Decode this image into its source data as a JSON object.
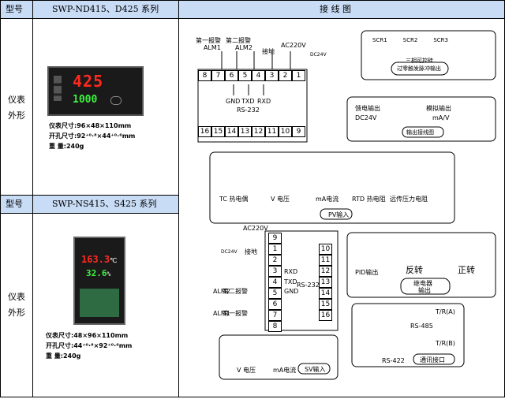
{
  "header": {
    "model_label": "型号",
    "model_value": "SWP-ND415、D425 系列",
    "wiring_title": "接 线 图"
  },
  "section1": {
    "side_label_1": "仪表",
    "side_label_2": "外形",
    "device_display_top": "425",
    "device_display_bottom": "1000",
    "specs": [
      "仪表尺寸:96×48×110mm",
      "开孔尺寸:92⁺⁰·⁸×44⁺⁰·⁶mm",
      "重      量:240g"
    ]
  },
  "section2": {
    "model_label": "型号",
    "model_value": "SWP-NS415、S425 系列",
    "side_label_1": "仪表",
    "side_label_2": "外形",
    "device_display_top": "163.3",
    "device_display_unit": "℃",
    "device_display_bottom": "32.6",
    "device_display_unit2": "%",
    "specs": [
      "仪表尺寸:48×96×110mm",
      "开孔尺寸:44⁺⁰·⁸×92⁺⁰·⁶mm",
      "重      量:240g"
    ]
  },
  "wiring1": {
    "alarm1": "第一报警",
    "alm1": "ALM1",
    "alarm2": "第二报警",
    "alm2": "ALM2",
    "ground": "接地",
    "ac": "AC220V",
    "dc24": "DC24V",
    "top_terminals": [
      "8",
      "7",
      "6",
      "5",
      "4",
      "3",
      "2",
      "1"
    ],
    "bottom_terminals": [
      "16",
      "15",
      "14",
      "13",
      "12",
      "11",
      "10",
      "9"
    ],
    "gnd": "GND",
    "txd": "TXD",
    "rxd": "RXD",
    "rs232": "RS-232",
    "scr_note_1": "三相可控硅",
    "scr_note_2": "过零触发脉冲输出",
    "feed_out": "馈电输出",
    "feed_dc": "DC24V",
    "analog_out": "模拟输出",
    "analog_ma": "mA/V",
    "output_wiring": "输出接线图",
    "pv_labels": [
      "TC 热电偶",
      "V 电压",
      "mA电流",
      "RTD 热电阻",
      "远传压力电阻"
    ],
    "pv_input": "PV输入"
  },
  "wiring2": {
    "ac": "AC220V",
    "dc24": "DC24V",
    "ground": "接地",
    "alarm2": "第二报警",
    "alm2": "ALM2",
    "alarm1": "第一报警",
    "alm1": "ALM1",
    "rxd": "RXD",
    "txd": "TXD",
    "rs232": "RS-232",
    "gnd": "GND",
    "left_terminals": [
      "9",
      "1",
      "2",
      "3",
      "4",
      "5",
      "6",
      "7",
      "8"
    ],
    "right_terminals": [
      "10",
      "11",
      "12",
      "13",
      "14",
      "15",
      "16"
    ],
    "pid_out": "PID输出",
    "reverse": "反转",
    "forward": "正转",
    "relay_1": "继电器",
    "relay_2": "输出",
    "r485a": "T/R(A)",
    "rs485": "RS-485",
    "r485b": "T/R(B)",
    "rs422": "RS-422",
    "comm": "通讯接口",
    "sv_v": "V 电压",
    "sv_ma": "mA电流",
    "sv_input": "SV输入"
  }
}
